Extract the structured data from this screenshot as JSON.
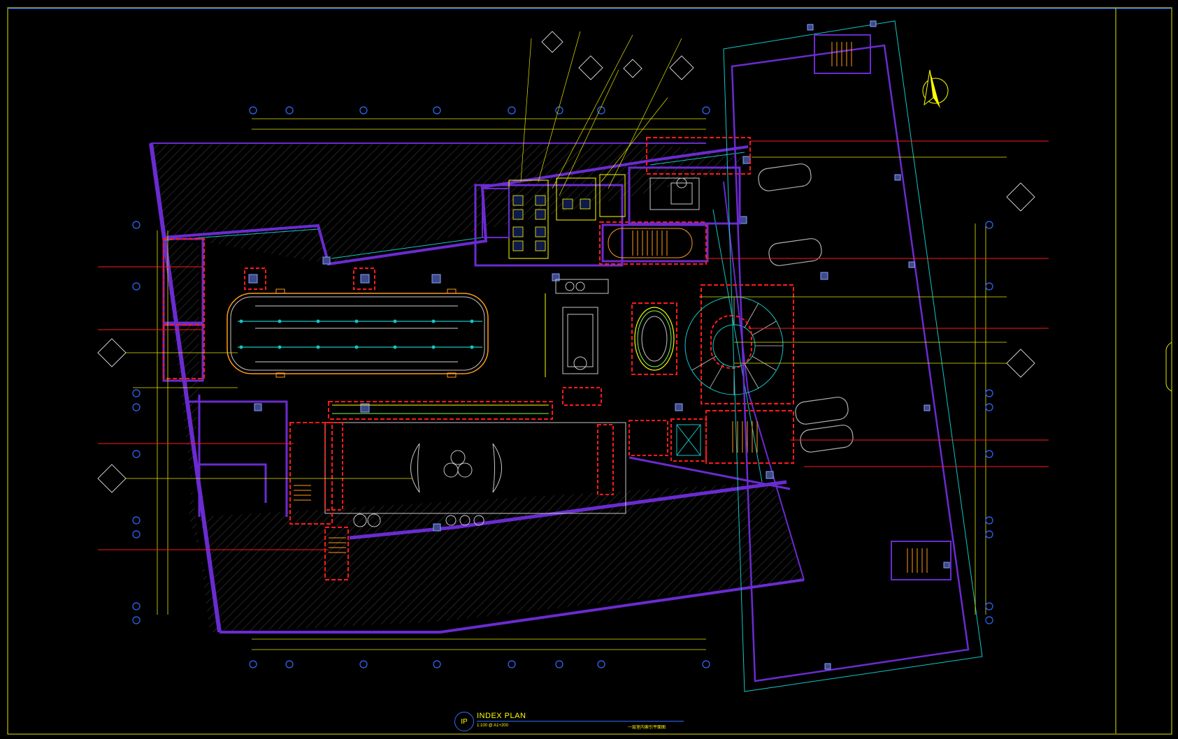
{
  "drawing": {
    "title": "INDEX PLAN",
    "mark": "IP",
    "scale_text": "1:100 @ A1+200",
    "chinese_title": "一层室内索引平面图"
  },
  "colors": {
    "background": "#000000",
    "frame": "#e5e500",
    "wall": "#6a2bd0",
    "wall_fill": "#2a2a2a",
    "hatch": "#3d3d3d",
    "cyan": "#13c6c6",
    "yellow": "#ffff00",
    "red": "#ff1a1a",
    "blue": "#2f6bff",
    "orange": "#ff9a1a",
    "gray_car": "#b0b0b0",
    "green": "#7dff4d"
  },
  "icons": {
    "north_arrow": "north-arrow-icon",
    "grid_bubble": "grid-bubble-icon",
    "index_symbol": "index-diamond-icon",
    "car": "car-icon",
    "stair": "stair-icon"
  }
}
